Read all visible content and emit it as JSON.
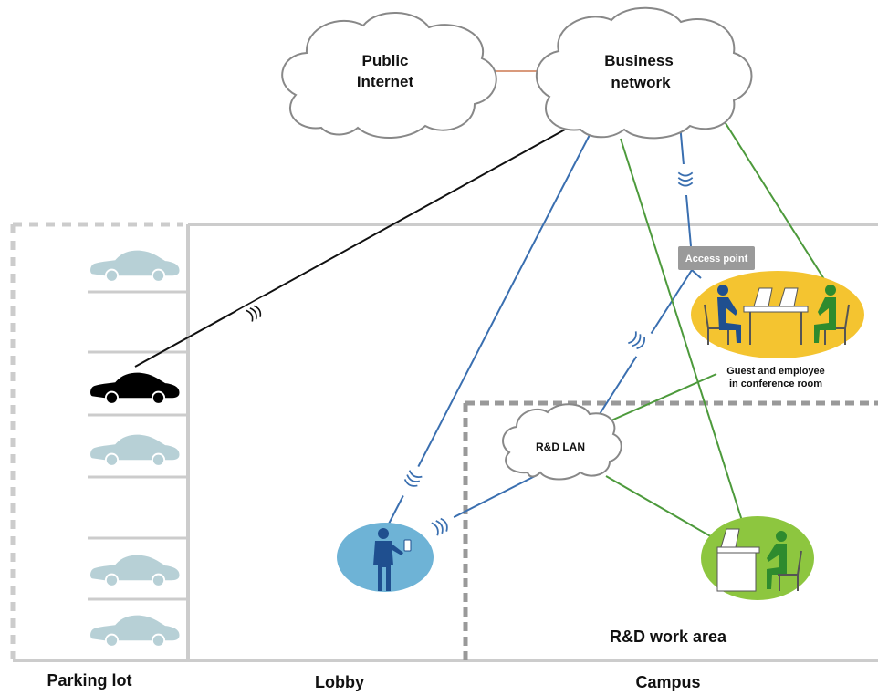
{
  "clouds": {
    "public_internet": [
      "Public",
      "Internet"
    ],
    "business_network": [
      "Business",
      "network"
    ],
    "rd_lan": "R&D LAN"
  },
  "access_point": "Access point",
  "conference_caption": [
    "Guest and employee",
    "in conference room"
  ],
  "areas": {
    "parking_lot": "Parking lot",
    "lobby": "Lobby",
    "campus": "Campus",
    "rd_work_area": "R&D work area"
  },
  "colors": {
    "wired_blue": "#3a6fb0",
    "wired_green": "#4d9a3c",
    "black_link": "#111111",
    "internet_link": "#d99a7c",
    "wall": "#cccccc",
    "car": "#b7d0d6",
    "car_highlight": "#000000",
    "lobby_oval": "#6eb3d6",
    "conference_oval": "#f4c430",
    "work_oval": "#8dc63f",
    "access_point_box": "#9a9a9a"
  },
  "icons": [
    "cloud-icon",
    "car-icon",
    "person-phone-icon",
    "conference-table-icon",
    "desk-worker-icon",
    "wireless-signal-icon"
  ]
}
